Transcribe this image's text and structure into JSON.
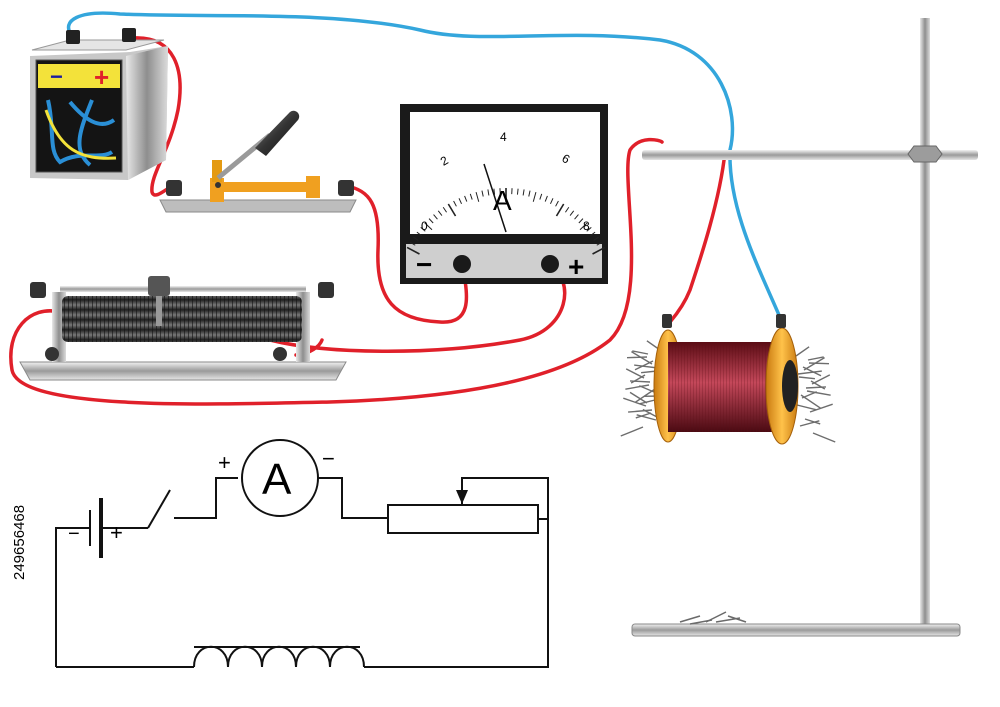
{
  "battery": {
    "minus_label": "−",
    "plus_label": "+"
  },
  "ammeter": {
    "unit_label": "A",
    "scale_labels": [
      "0",
      "2",
      "4",
      "6",
      "8"
    ],
    "minus_label": "−",
    "plus_label": "+"
  },
  "schematic": {
    "battery_minus": "−",
    "battery_plus": "+",
    "ammeter_plus": "+",
    "ammeter_minus": "−",
    "ammeter_label": "A"
  },
  "stock_id": "249656468",
  "colors": {
    "wire_red": "#e0202a",
    "wire_blue": "#34a6dc",
    "coil": "#8e1a26",
    "spool": "#f0a020",
    "metal": "#a8a8a8"
  }
}
